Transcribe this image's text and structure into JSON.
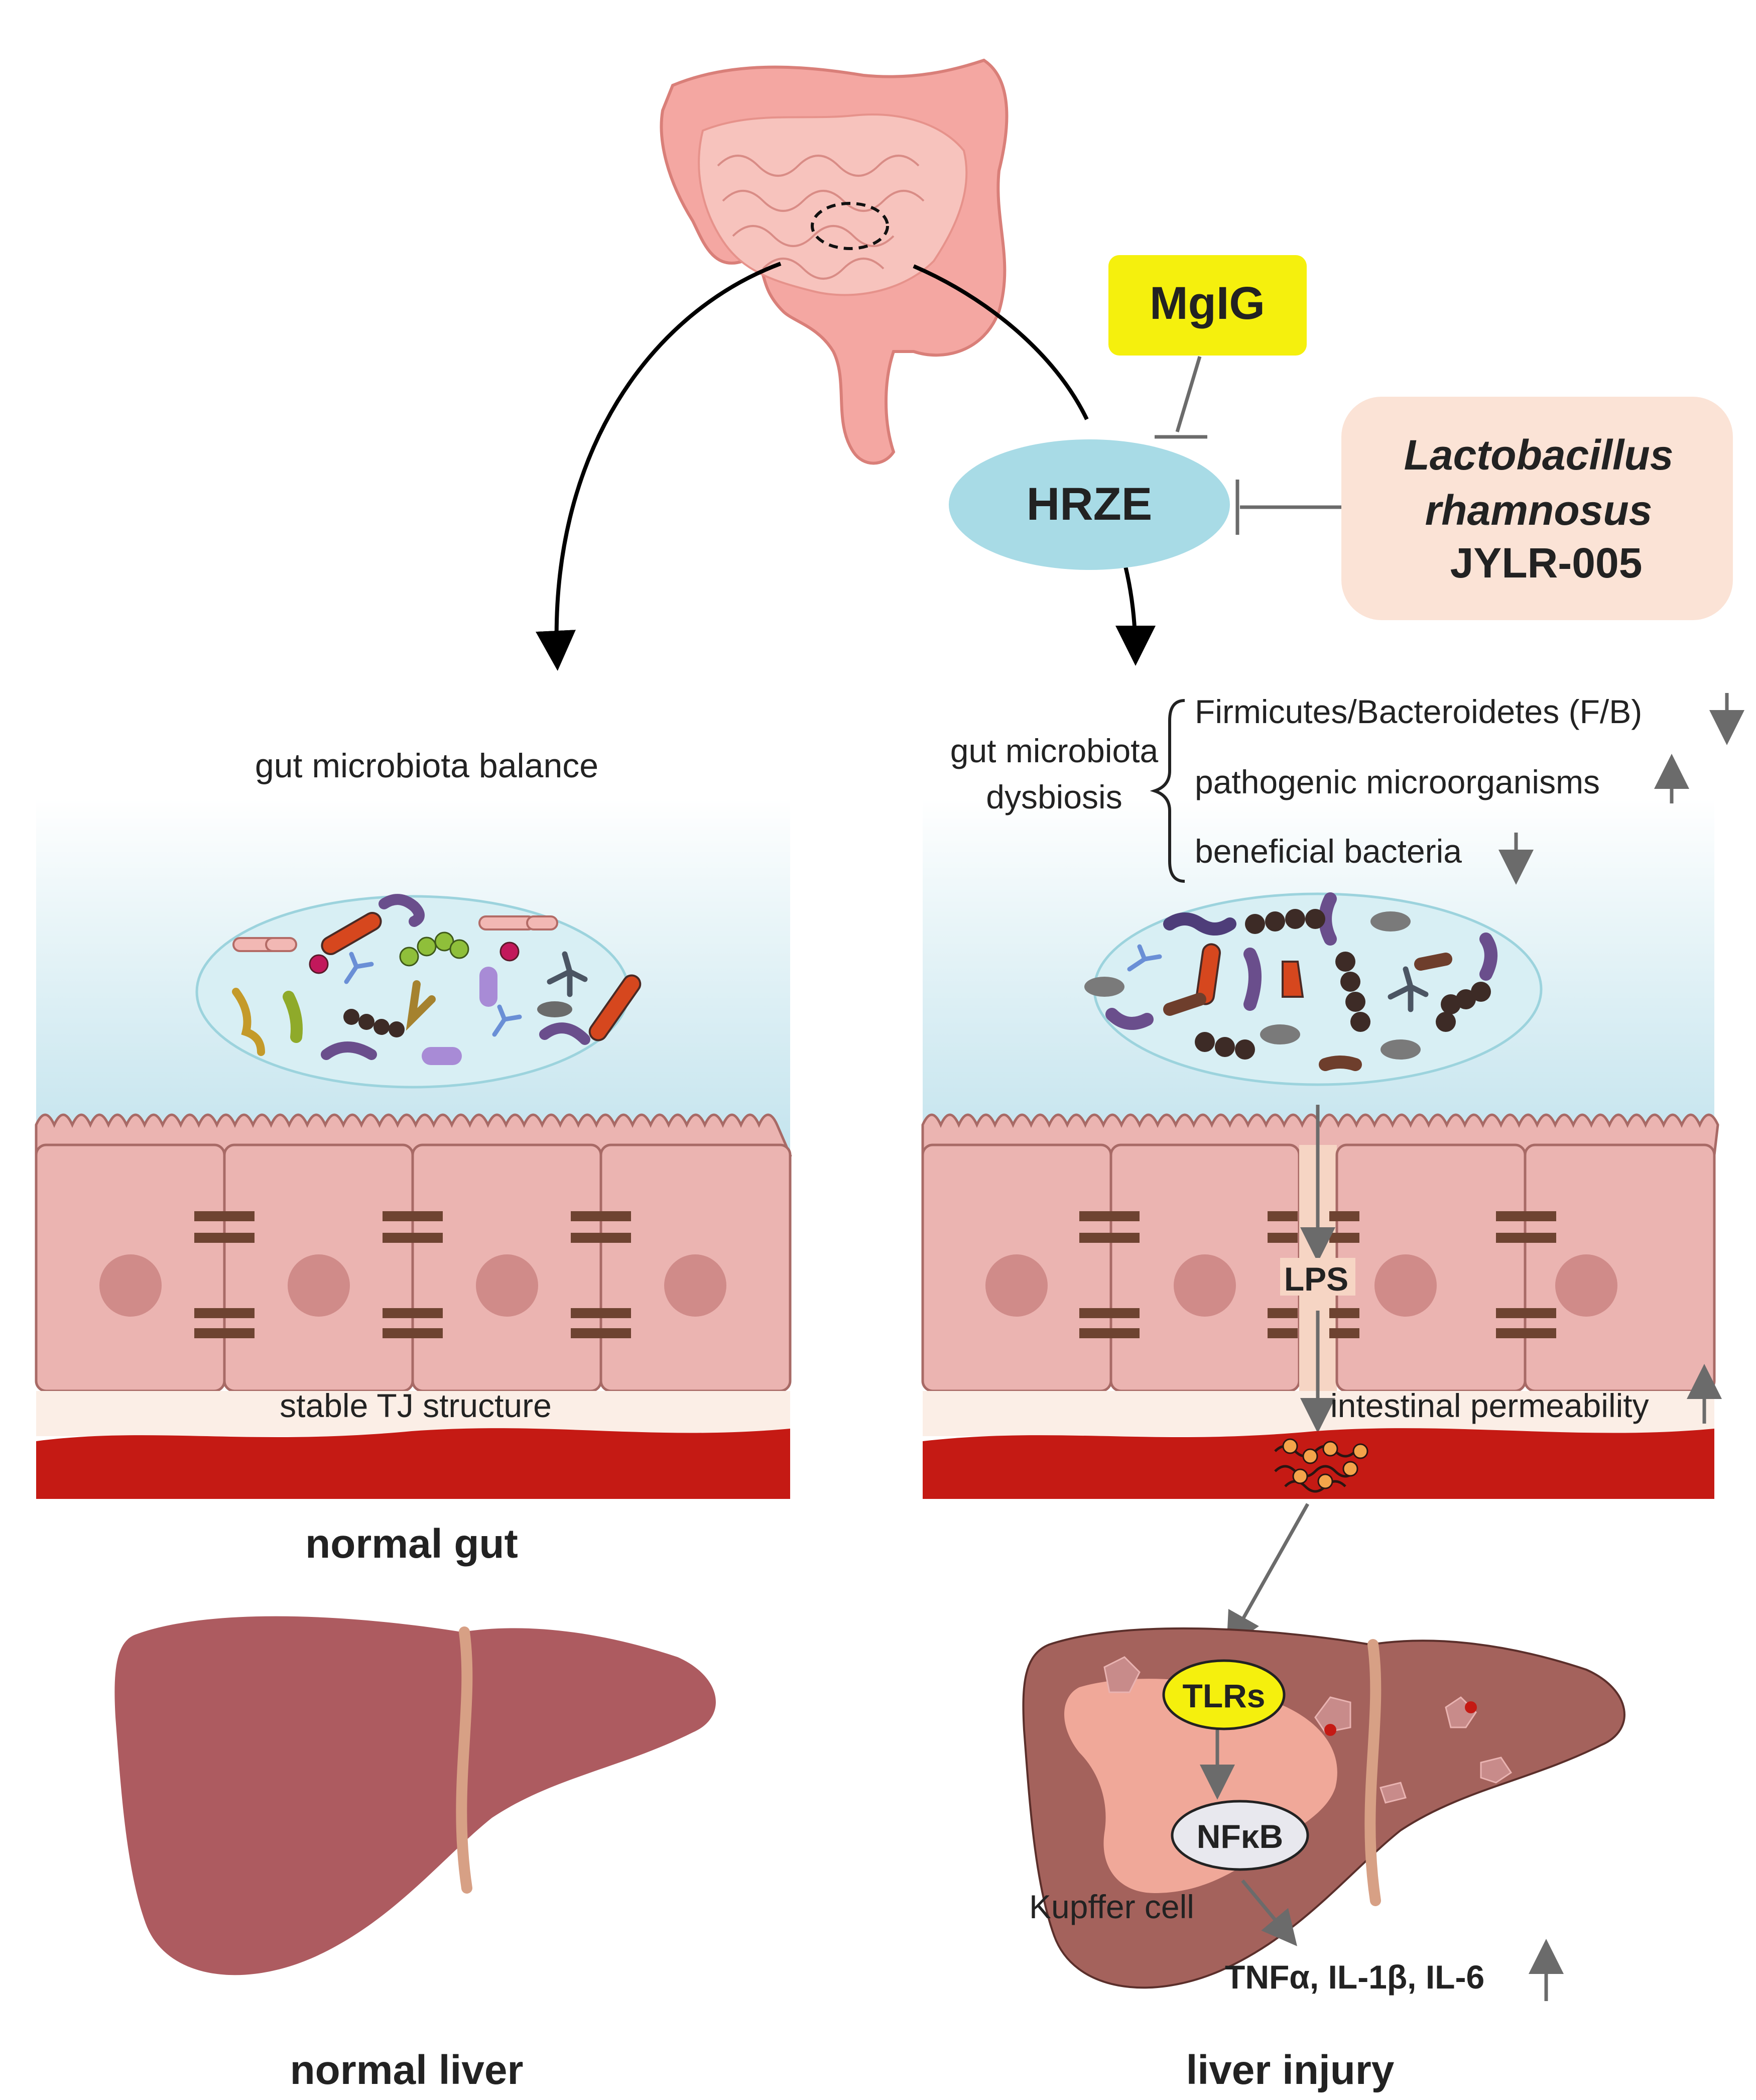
{
  "drugs": {
    "hrze": "HRZE",
    "mgig": "MgIG",
    "probiotic_line1": "Lactobacillus",
    "probiotic_line2": "rhamnosus",
    "probiotic_line3": "JYLR-005"
  },
  "normal": {
    "microbiota_label": "gut microbiota balance",
    "tj_label": "stable TJ structure",
    "gut_title": "normal gut",
    "liver_title": "normal liver"
  },
  "injury": {
    "dysbiosis_line1": "gut microbiota",
    "dysbiosis_line2": "dysbiosis",
    "changes": [
      {
        "text": "Firmicutes/Bacteroidetes (F/B)",
        "direction": "down"
      },
      {
        "text": "pathogenic microorganisms",
        "direction": "up"
      },
      {
        "text": "beneficial bacteria",
        "direction": "down"
      }
    ],
    "lps": "LPS",
    "permeability": "intestinal permeability",
    "tlrs": "TLRs",
    "nfkb": "NFκB",
    "kupffer": "Kupffer cell",
    "cytokines": "TNFα, IL-1β, IL-6",
    "cytokines_direction": "up",
    "liver_title": "liver injury"
  },
  "colors": {
    "mgig_box": "#f5f00d",
    "probiotic_box": "#fbe3d6",
    "hrze_ellipse": "#a8dbe6",
    "tlrs_ellipse": "#f5f00d",
    "nfkb_ellipse": "#e8e8ee",
    "epithelium": "#ebb4b1",
    "blood": "#c51a14",
    "healthy_liver": "#ad5b60",
    "injured_liver": "#a4625c",
    "inflamed_area": "#f0a899",
    "tight_junction": "#6e4331",
    "arrow_gray": "#6b6b6b"
  }
}
